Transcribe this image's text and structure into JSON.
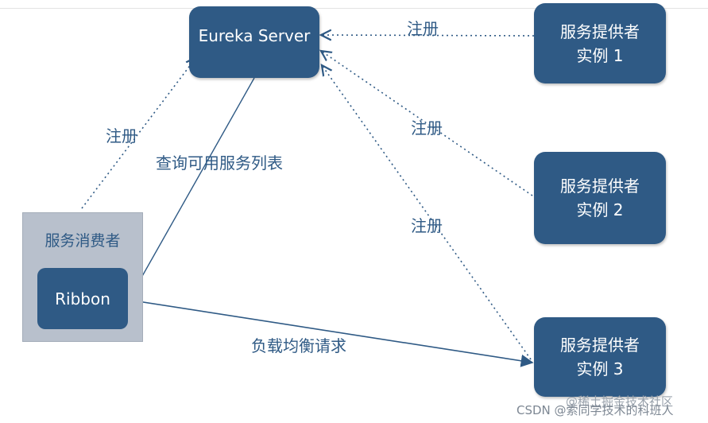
{
  "server": {
    "label": "Eureka Server"
  },
  "providers": [
    {
      "line1": "服务提供者",
      "line2": "实例 1"
    },
    {
      "line1": "服务提供者",
      "line2": "实例 2"
    },
    {
      "line1": "服务提供者",
      "line2": "实例 3"
    }
  ],
  "consumer": {
    "title": "服务消费者",
    "ribbon": "Ribbon"
  },
  "labels": {
    "register_top": "注册",
    "register_mid": "注册",
    "register_low": "注册",
    "register_left": "注册",
    "query": "查询可用服务列表",
    "load_balance": "负载均衡请求"
  },
  "watermark": {
    "line1": "@稀土掘金技术社区",
    "line2": "CSDN @索同学技术的科班人"
  },
  "colors": {
    "node": "#2f5a85",
    "consumer_bg": "#b8c0cc",
    "line": "#2f5a85"
  }
}
